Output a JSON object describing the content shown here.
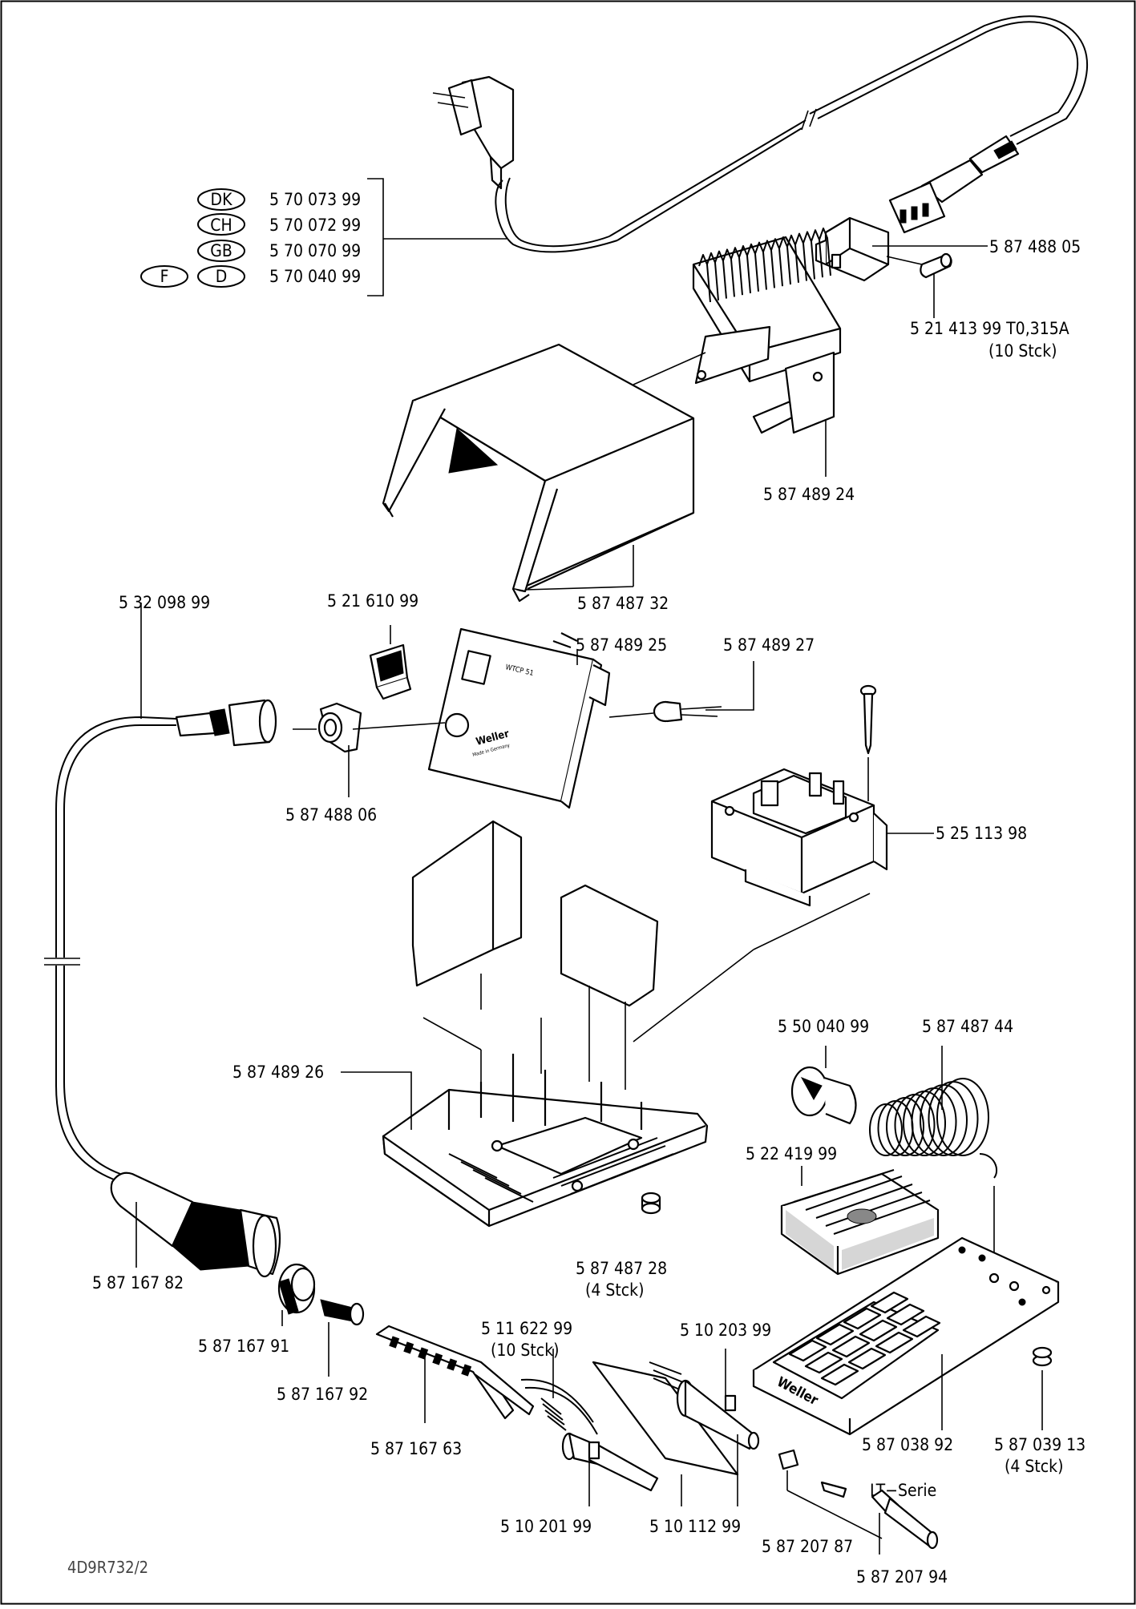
{
  "country_codes": [
    {
      "codes": [
        "DK"
      ],
      "part": "5 70 073 99"
    },
    {
      "codes": [
        "CH"
      ],
      "part": "5 70 072 99"
    },
    {
      "codes": [
        "GB"
      ],
      "part": "5 70 070 99"
    },
    {
      "codes": [
        "F",
        "D"
      ],
      "part": "5 70 040 99"
    }
  ],
  "labels": {
    "socket": "5 87 488 05",
    "fuse": "5 21 413 99  T0,315A",
    "fuse_qty": "(10  Stck)",
    "pcb_bracket": "5 87 489 24",
    "cover": "5 87 487 32",
    "cable": "5 32 098 99",
    "switch": "5 21 610 99",
    "front_panel": "5 87 489 25",
    "potentiometer": "5 87 489 27",
    "panel_socket": "5 87 488 06",
    "transformer": "5 25 113 98",
    "base": "5 87 489 26",
    "spring_holder": "5 50 040 99",
    "spring": "5 87 487 44",
    "sponge": "5 22 419 99",
    "foot": "5 87 487 28",
    "foot_qty": "(4  Stck)",
    "handle": "5 87 167 82",
    "nut": "5 87 167 91",
    "sleeve": "5 87 167 92",
    "heater_clip": "5 11  622 99",
    "heater_clip_qty": "(10  Stck)",
    "heating_element": "5 10  203 99",
    "grip": "5 87 167  63",
    "stand": "5 87 038 92",
    "stand_foot": "5 87 039 13",
    "stand_foot_qty": "(4  Stck)",
    "tip_series": "LT−Serie",
    "sensor": "5 10  201 99",
    "element_tube": "5 10  112  99",
    "tip_nut": "5 87 207 87",
    "tip_holder": "5 87 207 94",
    "panel_text_model": "WTCP  51",
    "panel_brand": "Weller",
    "panel_made": "Made in Germany",
    "stand_brand": "Weller"
  },
  "doc_ref": "4D9R732/2",
  "colors": {
    "ink": "#000000",
    "paper": "#ffffff",
    "ref": "#444444"
  }
}
